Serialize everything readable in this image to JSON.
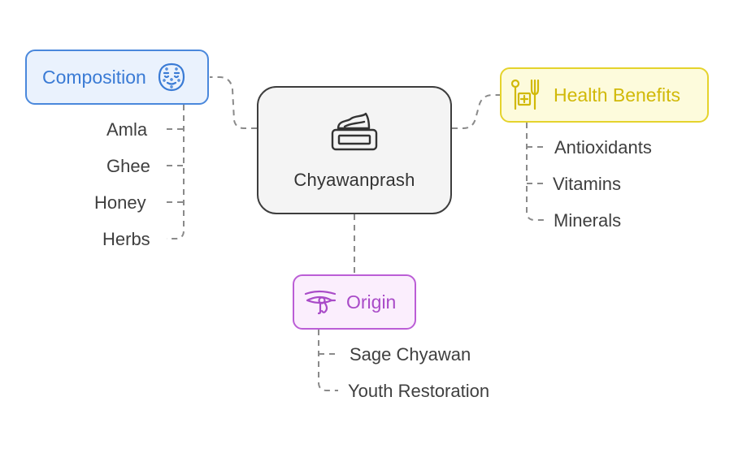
{
  "center": {
    "label": "Chyawanprash",
    "icon": "cream-jar-icon"
  },
  "branches": {
    "composition": {
      "label": "Composition",
      "icon": "face-mask-icon",
      "color": "#4a88dc",
      "fill": "#eaf2fd",
      "items": [
        "Amla",
        "Ghee",
        "Honey",
        "Herbs"
      ]
    },
    "health_benefits": {
      "label": "Health Benefits",
      "icon": "wellness-symbol-icon",
      "color": "#e5d32c",
      "fill": "#fdfbdc",
      "items": [
        "Antioxidants",
        "Vitamins",
        "Minerals"
      ]
    },
    "origin": {
      "label": "Origin",
      "icon": "eye-of-horus-icon",
      "color": "#bb5ed6",
      "fill": "#fbeefd",
      "items": [
        "Sage Chyawan",
        "Youth Restoration"
      ]
    }
  },
  "connector_color": "#8a8a8a"
}
